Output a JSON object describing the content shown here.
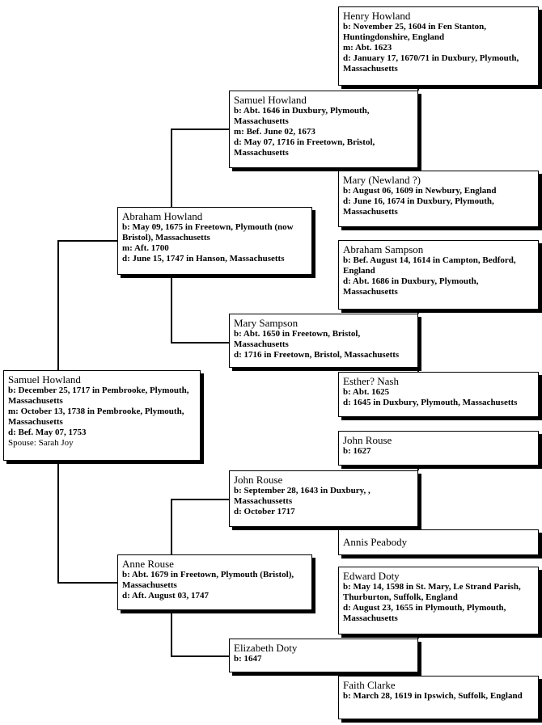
{
  "people": {
    "samuel_1717": {
      "name": "Samuel Howland",
      "lines": [
        "b: December 25, 1717 in Pembrooke, Plymouth, Massachusetts",
        "m: October 13, 1738 in Pembrooke, Plymouth, Massachusetts",
        "d: Bef. May 07, 1753"
      ],
      "spouse": "Spouse: Sarah Joy"
    },
    "abraham_1675": {
      "name": "Abraham Howland",
      "lines": [
        "b: May 09, 1675 in Freetown, Plymouth (now Bristol), Massachusetts",
        "m: Aft. 1700",
        "d: June 15, 1747 in Hanson, Massachusetts"
      ]
    },
    "anne_rouse": {
      "name": "Anne Rouse",
      "lines": [
        "b: Abt. 1679 in Freetown, Plymouth (Bristol), Massachusetts",
        "d: Aft. August 03, 1747"
      ]
    },
    "samuel_1646": {
      "name": "Samuel Howland",
      "lines": [
        "b: Abt. 1646 in Duxbury, Plymouth, Massachusetts",
        "m: Bef. June 02, 1673",
        "d: May 07, 1716 in Freetown, Bristol, Massachusetts"
      ]
    },
    "mary_sampson": {
      "name": "Mary Sampson",
      "lines": [
        "b: Abt. 1650 in Freetown, Bristol, Massachusetts",
        "d: 1716 in Freetown, Bristol, Massachusetts"
      ]
    },
    "john_rouse_1643": {
      "name": "John Rouse",
      "lines": [
        "b: September 28, 1643 in Duxbury, , Massachussetts",
        "d: October 1717"
      ]
    },
    "elizabeth_doty": {
      "name": "Elizabeth Doty",
      "lines": [
        "b: 1647"
      ]
    },
    "henry_howland": {
      "name": "Henry Howland",
      "lines": [
        "b: November 25, 1604 in Fen Stanton, Huntingdonshire, England",
        "m: Abt. 1623",
        "d: January 17, 1670/71 in Duxbury, Plymouth, Massachusetts"
      ]
    },
    "mary_newland": {
      "name": "Mary (Newland ?)",
      "lines": [
        "b: August 06, 1609 in Newbury, England",
        "d: June 16, 1674 in Duxbury, Plymouth, Massachusetts"
      ]
    },
    "abraham_sampson": {
      "name": "Abraham Sampson",
      "lines": [
        "b: Bef. August 14, 1614 in Campton, Bedford, England",
        "d: Abt. 1686 in Duxbury, Plymouth, Massachusetts"
      ]
    },
    "esther_nash": {
      "name": "Esther? Nash",
      "lines": [
        "b: Abt. 1625",
        "d: 1645 in Duxbury, Plymouth, Massachusetts"
      ]
    },
    "john_rouse_1627": {
      "name": "John Rouse",
      "lines": [
        "b: 1627"
      ]
    },
    "annis_peabody": {
      "name": "Annis Peabody",
      "lines": []
    },
    "edward_doty": {
      "name": "Edward Doty",
      "lines": [
        "b: May 14, 1598 in St. Mary, Le Strand Parish, Thurburton, Suffolk, England",
        "d: August 23, 1655 in Plymouth, Plymouth, Massachusetts"
      ]
    },
    "faith_clarke": {
      "name": "Faith Clarke",
      "lines": [
        "b: March 28, 1619 in Ipswich, Suffolk, England"
      ]
    }
  }
}
